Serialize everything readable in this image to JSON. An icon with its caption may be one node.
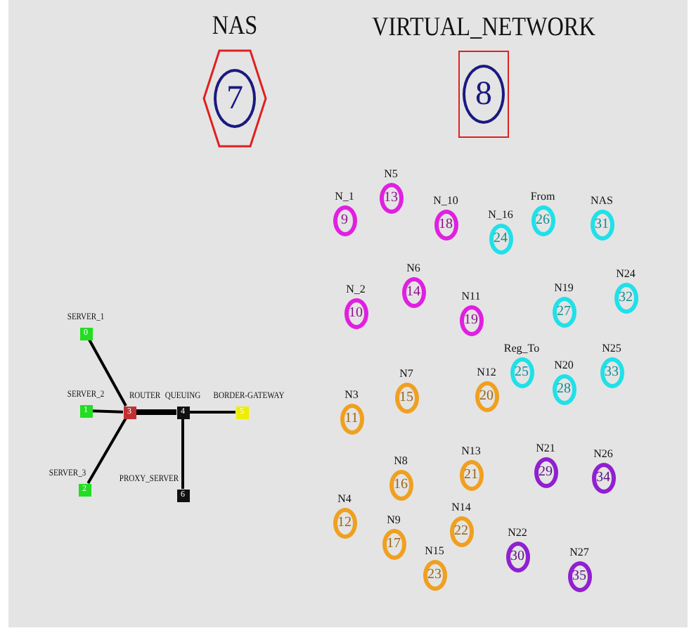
{
  "diagram": {
    "nodes": [
      {
        "text": [
          "0"
        ],
        "beside": [
          "SERVER_1"
        ]
      },
      {
        "text": [
          "1"
        ],
        "beside": [
          "SERVER_2"
        ]
      },
      {
        "text": [
          "2"
        ],
        "beside": [
          "SERVER_3"
        ]
      },
      {
        "text": [
          "3"
        ],
        "beside": [
          "ROUTER"
        ]
      },
      {
        "text": [
          "4"
        ],
        "beside": [
          "QUEUING"
        ]
      },
      {
        "text": [
          "5"
        ],
        "beside": [
          "BORDER-GATEWAY"
        ]
      },
      {
        "text": [
          "6"
        ],
        "beside": [
          "PROXY_SERVER"
        ]
      },
      {
        "text": [
          "7"
        ],
        "beside": [
          "NAS"
        ]
      },
      {
        "text": [
          "8"
        ],
        "beside": [
          "VIRTUAL_NETWORK"
        ]
      },
      {
        "text": [
          "9"
        ],
        "beside": [
          "N_1"
        ]
      },
      {
        "text": [
          "10"
        ],
        "beside": [
          "N_2"
        ]
      },
      {
        "text": [
          "11"
        ],
        "beside": [
          "N3"
        ]
      },
      {
        "text": [
          "12"
        ],
        "beside": [
          "N4"
        ]
      },
      {
        "text": [
          "13"
        ],
        "beside": [
          "N5"
        ]
      },
      {
        "text": [
          "14"
        ],
        "beside": [
          "N6"
        ]
      },
      {
        "text": [
          "15"
        ],
        "beside": [
          "N7"
        ]
      },
      {
        "text": [
          "16"
        ],
        "beside": [
          "N8"
        ]
      },
      {
        "text": [
          "17"
        ],
        "beside": [
          "N9"
        ]
      },
      {
        "text": [
          "18"
        ],
        "beside": [
          "N_10"
        ]
      },
      {
        "text": [
          "19"
        ],
        "beside": [
          "N11"
        ]
      },
      {
        "text": [
          "20"
        ],
        "beside": [
          "N12"
        ]
      },
      {
        "text": [
          "21"
        ],
        "beside": [
          "N13"
        ]
      },
      {
        "text": [
          "22"
        ],
        "beside": [
          "N14"
        ]
      },
      {
        "text": [
          "23"
        ],
        "beside": [
          "N15"
        ]
      },
      {
        "text": [
          "24"
        ],
        "beside": [
          "N_16"
        ]
      },
      {
        "text": [
          "25"
        ],
        "beside": [
          "Reg_To"
        ]
      },
      {
        "text": [
          "26"
        ],
        "beside": [
          "From"
        ]
      },
      {
        "text": [
          "27"
        ],
        "beside": [
          "N19"
        ]
      },
      {
        "text": [
          "28"
        ],
        "beside": [
          "N20"
        ]
      },
      {
        "text": [
          "29"
        ],
        "beside": [
          "N21"
        ]
      },
      {
        "text": [
          "30"
        ],
        "beside": [
          "N22"
        ]
      },
      {
        "text": [
          "31"
        ],
        "beside": [
          "NAS"
        ]
      },
      {
        "text": [
          "32"
        ],
        "beside": [
          "N24"
        ]
      },
      {
        "text": [
          "33"
        ],
        "beside": [
          "N25"
        ]
      },
      {
        "text": [
          "34"
        ],
        "beside": [
          "N26"
        ]
      },
      {
        "text": [
          "35"
        ],
        "beside": [
          "N27"
        ]
      }
    ],
    "edges": [
      {
        "from": 0,
        "to": 3,
        "arrow": "none"
      },
      {
        "from": 1,
        "to": 3,
        "arrow": "none"
      },
      {
        "from": 2,
        "to": 3,
        "arrow": "none"
      },
      {
        "from": 3,
        "to": 4,
        "arrow": "none",
        "style": "thick"
      },
      {
        "from": 4,
        "to": 5,
        "arrow": "none"
      },
      {
        "from": 4,
        "to": 6,
        "arrow": "none"
      }
    ]
  }
}
